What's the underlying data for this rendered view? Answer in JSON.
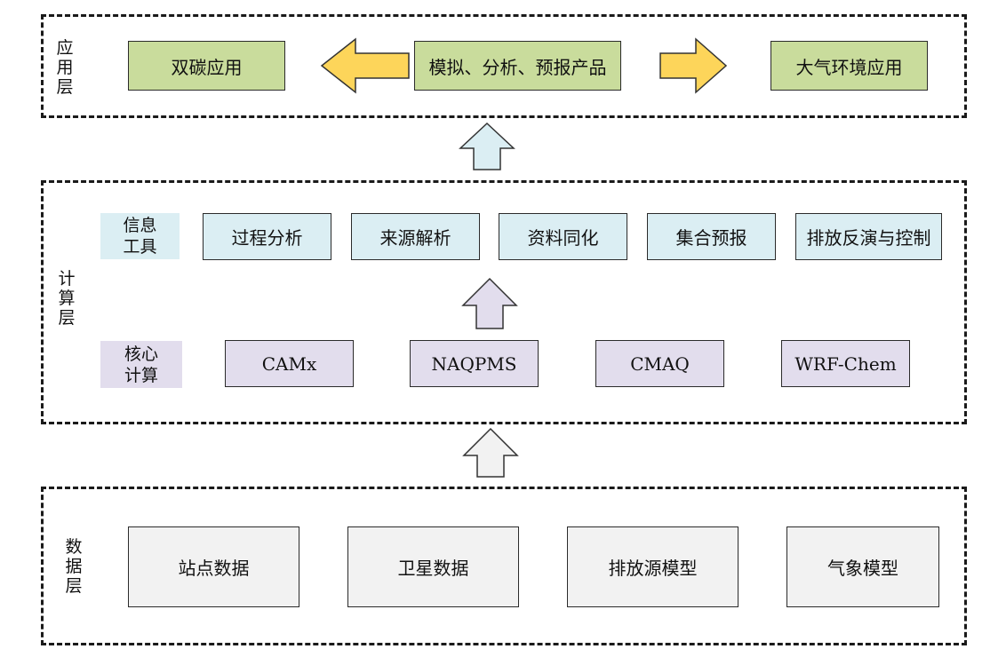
{
  "layers": {
    "application": {
      "label": "应用层",
      "boxes": [
        "双碳应用",
        "模拟、分析、预报产品",
        "大气环境应用"
      ]
    },
    "compute": {
      "label": "计算层",
      "info_tools": {
        "tag": "信息\n工具",
        "boxes": [
          "过程分析",
          "来源解析",
          "资料同化",
          "集合预报",
          "排放反演与控制"
        ]
      },
      "core_compute": {
        "tag": "核心\n计算",
        "boxes": [
          "CAMx",
          "NAQPMS",
          "CMAQ",
          "WRF-Chem"
        ]
      }
    },
    "data": {
      "label": "数据层",
      "boxes": [
        "站点数据",
        "卫星数据",
        "排放源模型",
        "气象模型"
      ]
    }
  },
  "colors": {
    "application_fill": "#c9dc9c",
    "info_fill": "#dbeef3",
    "core_fill": "#e2dded",
    "data_fill": "#f2f2f2",
    "yellow_arrow": "#fdd55a",
    "blue_arrow": "#dbeef3",
    "purple_arrow": "#e2dded",
    "gray_arrow": "#f2f2f2"
  }
}
